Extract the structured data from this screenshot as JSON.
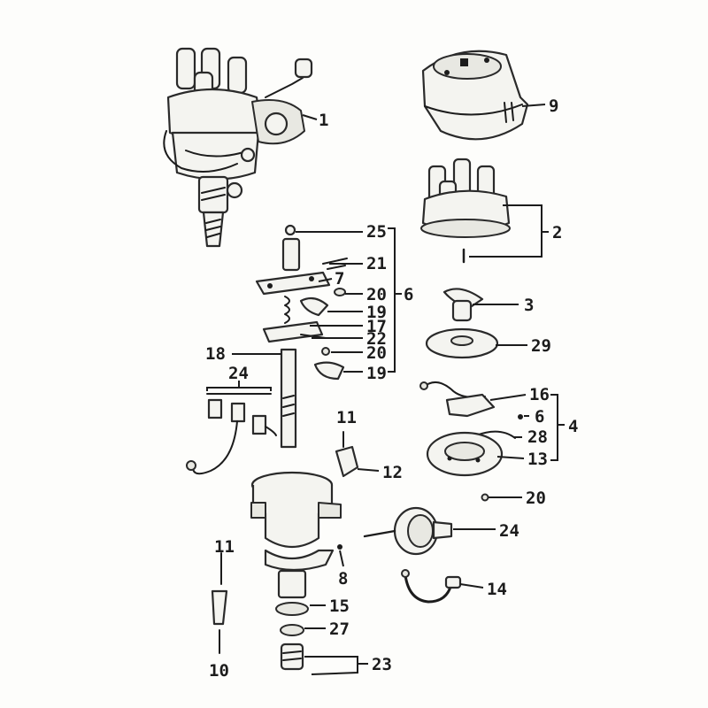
{
  "diagram": {
    "callouts": [
      {
        "id": "c1",
        "label": "1"
      },
      {
        "id": "c9",
        "label": "9"
      },
      {
        "id": "c2",
        "label": "2"
      },
      {
        "id": "c25",
        "label": "25"
      },
      {
        "id": "c21",
        "label": "21"
      },
      {
        "id": "c7",
        "label": "7"
      },
      {
        "id": "c20a",
        "label": "20"
      },
      {
        "id": "c6",
        "label": "6"
      },
      {
        "id": "c19a",
        "label": "19"
      },
      {
        "id": "c17",
        "label": "17"
      },
      {
        "id": "c22",
        "label": "22"
      },
      {
        "id": "c20b",
        "label": "20"
      },
      {
        "id": "c19b",
        "label": "19"
      },
      {
        "id": "c18",
        "label": "18"
      },
      {
        "id": "c3",
        "label": "3"
      },
      {
        "id": "c29",
        "label": "29"
      },
      {
        "id": "c16",
        "label": "16"
      },
      {
        "id": "c6b",
        "label": "6"
      },
      {
        "id": "c4",
        "label": "4"
      },
      {
        "id": "c28",
        "label": "28"
      },
      {
        "id": "c13",
        "label": "13"
      },
      {
        "id": "c20c",
        "label": "20"
      },
      {
        "id": "c24a",
        "label": "24"
      },
      {
        "id": "c11a",
        "label": "11"
      },
      {
        "id": "c12",
        "label": "12"
      },
      {
        "id": "c24b",
        "label": "24"
      },
      {
        "id": "c14",
        "label": "14"
      },
      {
        "id": "c11b",
        "label": "11"
      },
      {
        "id": "c8",
        "label": "8"
      },
      {
        "id": "c15",
        "label": "15"
      },
      {
        "id": "c27",
        "label": "27"
      },
      {
        "id": "c23",
        "label": "23"
      },
      {
        "id": "c10",
        "label": "10"
      }
    ]
  }
}
